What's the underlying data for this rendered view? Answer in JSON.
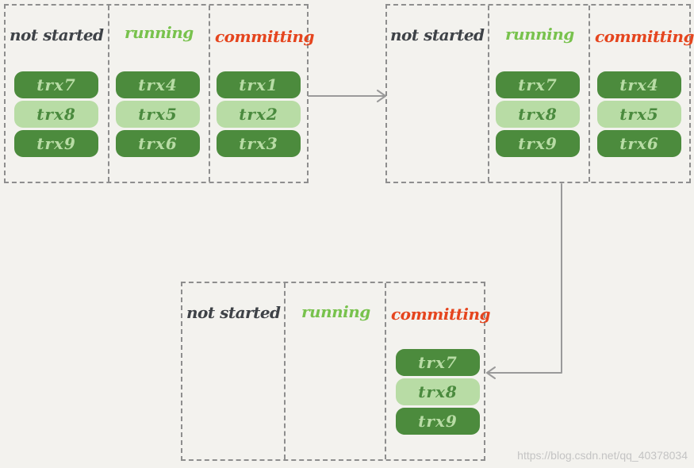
{
  "labels": {
    "not_started": "not started",
    "running": "running",
    "committing": "committing"
  },
  "stages": [
    {
      "not_started": [
        "trx7",
        "trx8",
        "trx9"
      ],
      "running": [
        "trx4",
        "trx5",
        "trx6"
      ],
      "committing": [
        "trx1",
        "trx2",
        "trx3"
      ]
    },
    {
      "not_started": [],
      "running": [
        "trx7",
        "trx8",
        "trx9"
      ],
      "committing": [
        "trx4",
        "trx5",
        "trx6"
      ]
    },
    {
      "not_started": [],
      "running": [],
      "committing": [
        "trx7",
        "trx8",
        "trx9"
      ]
    }
  ],
  "watermark": "https://blog.csdn.net/qq_40378034",
  "colors": {
    "background": "#f3f2ee",
    "dashed_border": "#8e8e8e",
    "not_started_label": "#3e4247",
    "running_label": "#78c24d",
    "committing_label": "#e5451e",
    "trx_dark": "#4c8b3d",
    "trx_light": "#b8dca5",
    "arrow": "#9a9a9a"
  }
}
